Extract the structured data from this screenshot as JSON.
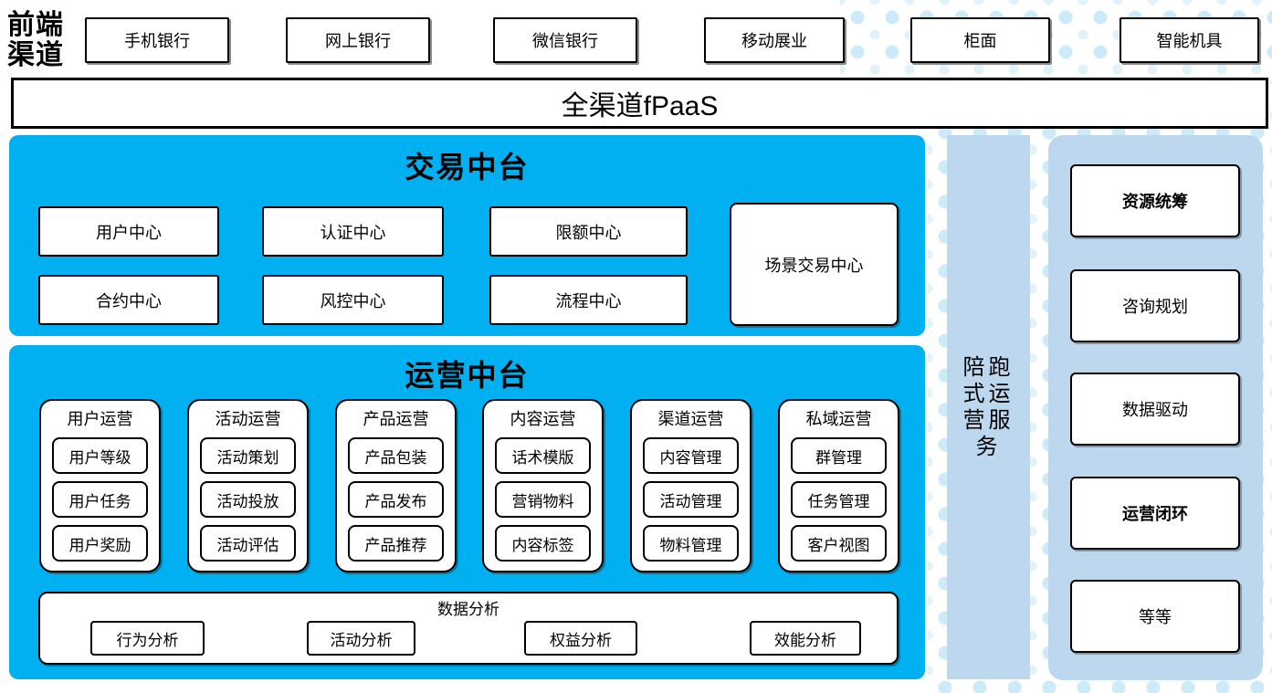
{
  "palette": {
    "panel_blue": "#00B0F0",
    "panel_light_blue": "#BDD7EE",
    "dot_color": "#CDEAF9",
    "border": "#000000"
  },
  "channels": {
    "label": "前端渠道",
    "items": [
      "手机银行",
      "网上银行",
      "微信银行",
      "移动展业",
      "柜面",
      "智能机具"
    ]
  },
  "fpaas": {
    "label": "全渠道fPaaS"
  },
  "trade": {
    "title": "交易中台",
    "centers": [
      "用户中心",
      "认证中心",
      "限额中心",
      "合约中心",
      "风控中心",
      "流程中心"
    ],
    "scene_center": "场景交易中心"
  },
  "ops": {
    "title": "运营中台",
    "groups": [
      {
        "title": "用户运营",
        "items": [
          "用户等级",
          "用户任务",
          "用户奖励"
        ]
      },
      {
        "title": "活动运营",
        "items": [
          "活动策划",
          "活动投放",
          "活动评估"
        ]
      },
      {
        "title": "产品运营",
        "items": [
          "产品包装",
          "产品发布",
          "产品推荐"
        ]
      },
      {
        "title": "内容运营",
        "items": [
          "话术模版",
          "营销物料",
          "内容标签"
        ]
      },
      {
        "title": "渠道运营",
        "items": [
          "内容管理",
          "活动管理",
          "物料管理"
        ]
      },
      {
        "title": "私域运营",
        "items": [
          "群管理",
          "任务管理",
          "客户视图"
        ]
      }
    ],
    "analysis": {
      "title": "数据分析",
      "items": [
        "行为分析",
        "活动分析",
        "权益分析",
        "效能分析"
      ]
    }
  },
  "side_strip": {
    "label": "陪跑式运营服务"
  },
  "right_panel": {
    "items": [
      {
        "label": "资源统筹"
      },
      {
        "label": "咨询规划"
      },
      {
        "label": "数据驱动"
      },
      {
        "label": "运营闭环"
      },
      {
        "label": "等等"
      }
    ]
  }
}
